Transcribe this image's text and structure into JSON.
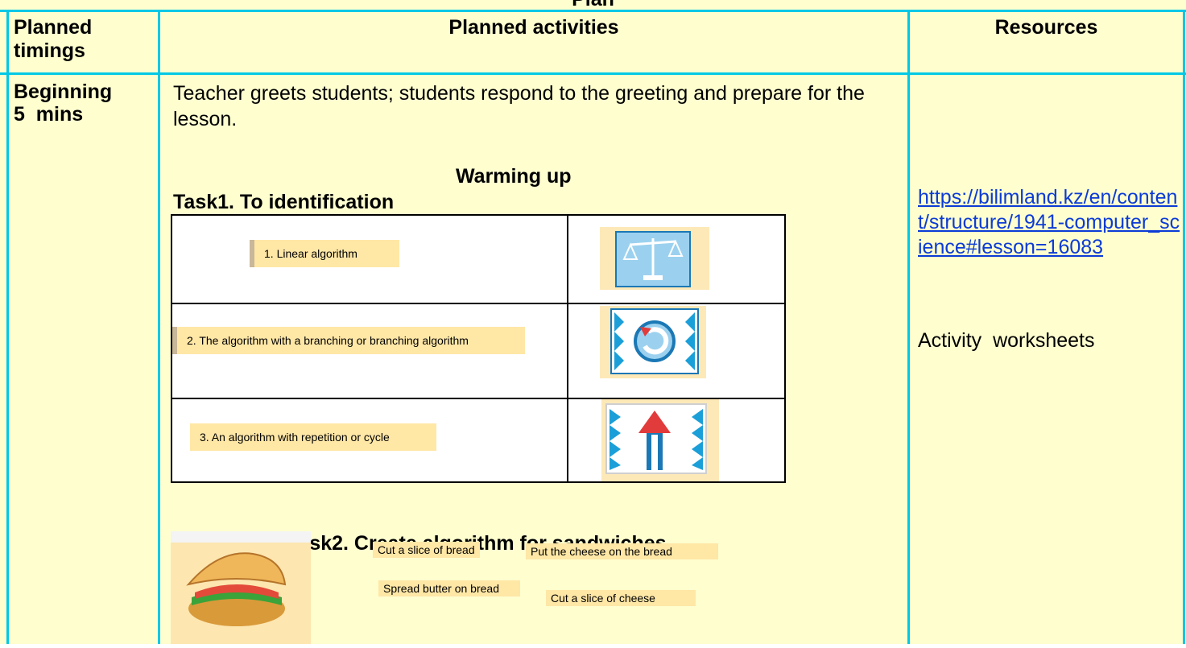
{
  "plan": {
    "title": "Plan"
  },
  "headers": {
    "timings": "Planned timings",
    "activities": "Planned activities",
    "resources": "Resources"
  },
  "timing": {
    "stage": "Beginning",
    "duration": "5  mins"
  },
  "activities": {
    "greeting": "Teacher greets students; students respond to the greeting and prepare for the lesson.",
    "warming_up": "Warming up",
    "task1_title": "Task1. To identification",
    "algorithms": [
      {
        "label": "1. Linear algorithm",
        "icon": "scales-icon"
      },
      {
        "label": "2. The algorithm with a branching or branching algorithm",
        "icon": "cycle-arrow-icon"
      },
      {
        "label": "3. An algorithm with repetition or cycle",
        "icon": "up-arrow-icon"
      }
    ],
    "task2_title": "Task2. Create algorithm for sandwiches",
    "sandwich_steps": [
      "Cut a slice of bread",
      "Put the cheese on the bread",
      "Spread butter on bread",
      "Cut a slice of cheese"
    ]
  },
  "resources": {
    "link": "https://bilimland.kz/en/content/structure/1941-computer_science#lesson=16083",
    "worksheets": "Activity  worksheets"
  },
  "colors": {
    "grid": "#00c8e6",
    "cell_bg": "#fefecf",
    "link": "#0b3bd6",
    "label_bg": "#ffe7a6"
  }
}
